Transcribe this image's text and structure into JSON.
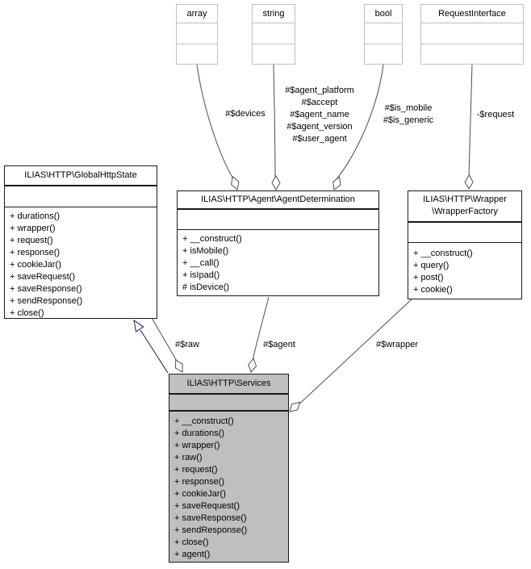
{
  "diagram": {
    "title": "ILIAS HTTP Services collaboration diagram",
    "colors": {
      "background": "#ffffff",
      "edge": "#4d4d4d",
      "inheritance_edge": "#191970",
      "class_border": "#1a1a1a",
      "primitive_border": "#c0c0c0",
      "services_fill": "#bfbfbf",
      "class_fill": "#ffffff",
      "text": "#000000"
    }
  },
  "nodes": {
    "array": {
      "title": "array"
    },
    "string": {
      "title": "string"
    },
    "bool": {
      "title": "bool"
    },
    "request_interface": {
      "title": "RequestInterface"
    },
    "global_http_state": {
      "title": "ILIAS\\HTTP\\GlobalHttpState",
      "methods": [
        "+ durations()",
        "+ wrapper()",
        "+ request()",
        "+ response()",
        "+ cookieJar()",
        "+ saveRequest()",
        "+ saveResponse()",
        "+ sendResponse()",
        "+ close()"
      ]
    },
    "agent_determination": {
      "title": "ILIAS\\HTTP\\Agent\\AgentDetermination",
      "methods": [
        "+ __construct()",
        "+ isMobile()",
        "+ __call()",
        "+ isIpad()",
        "# isDevice()"
      ]
    },
    "wrapper_factory": {
      "title_line1": "ILIAS\\HTTP\\Wrapper",
      "title_line2": "\\WrapperFactory",
      "methods": [
        "+ __construct()",
        "+ query()",
        "+ post()",
        "+ cookie()"
      ]
    },
    "services": {
      "title": "ILIAS\\HTTP\\Services",
      "methods": [
        "+ __construct()",
        "+ durations()",
        "+ wrapper()",
        "+ raw()",
        "+ request()",
        "+ response()",
        "+ cookieJar()",
        "+ saveRequest()",
        "+ saveResponse()",
        "+ sendResponse()",
        "+ close()",
        "+ agent()"
      ]
    }
  },
  "edge_labels": {
    "devices": "#$devices",
    "string_fields": [
      "#$agent_platform",
      "#$accept",
      "#$agent_name",
      "#$agent_version",
      "#$user_agent"
    ],
    "bool_fields": [
      "#$is_mobile",
      "#$is_generic"
    ],
    "request": "-$request",
    "raw": "#$raw",
    "agent": "#$agent",
    "wrapper": "#$wrapper"
  }
}
